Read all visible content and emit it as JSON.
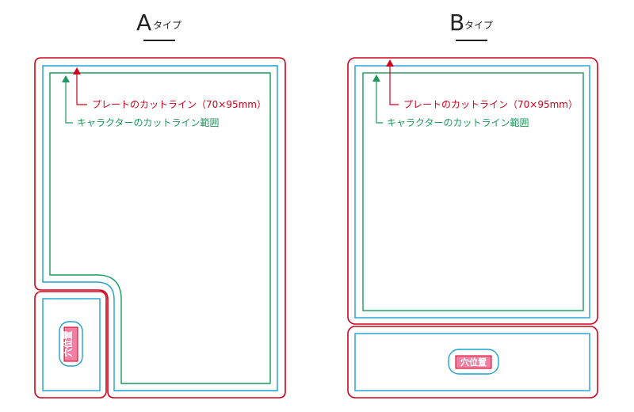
{
  "type_a": {
    "letter": "A",
    "suffix": "タイプ",
    "plate_label": "プレートのカットライン（70×95mm）",
    "character_label": "キャラクターのカットライン範囲",
    "hole_label": "穴位置"
  },
  "type_b": {
    "letter": "B",
    "suffix": "タイプ",
    "plate_label": "プレートのカットライン（70×95mm）",
    "character_label": "キャラクターのカットライン範囲",
    "hole_label": "穴位置"
  },
  "colors": {
    "plate_cut_line": "#d0021b",
    "blue_line": "#1ea0d2",
    "character_cut_line": "#1a9a5c",
    "hole_fill": "#f07fa3"
  }
}
